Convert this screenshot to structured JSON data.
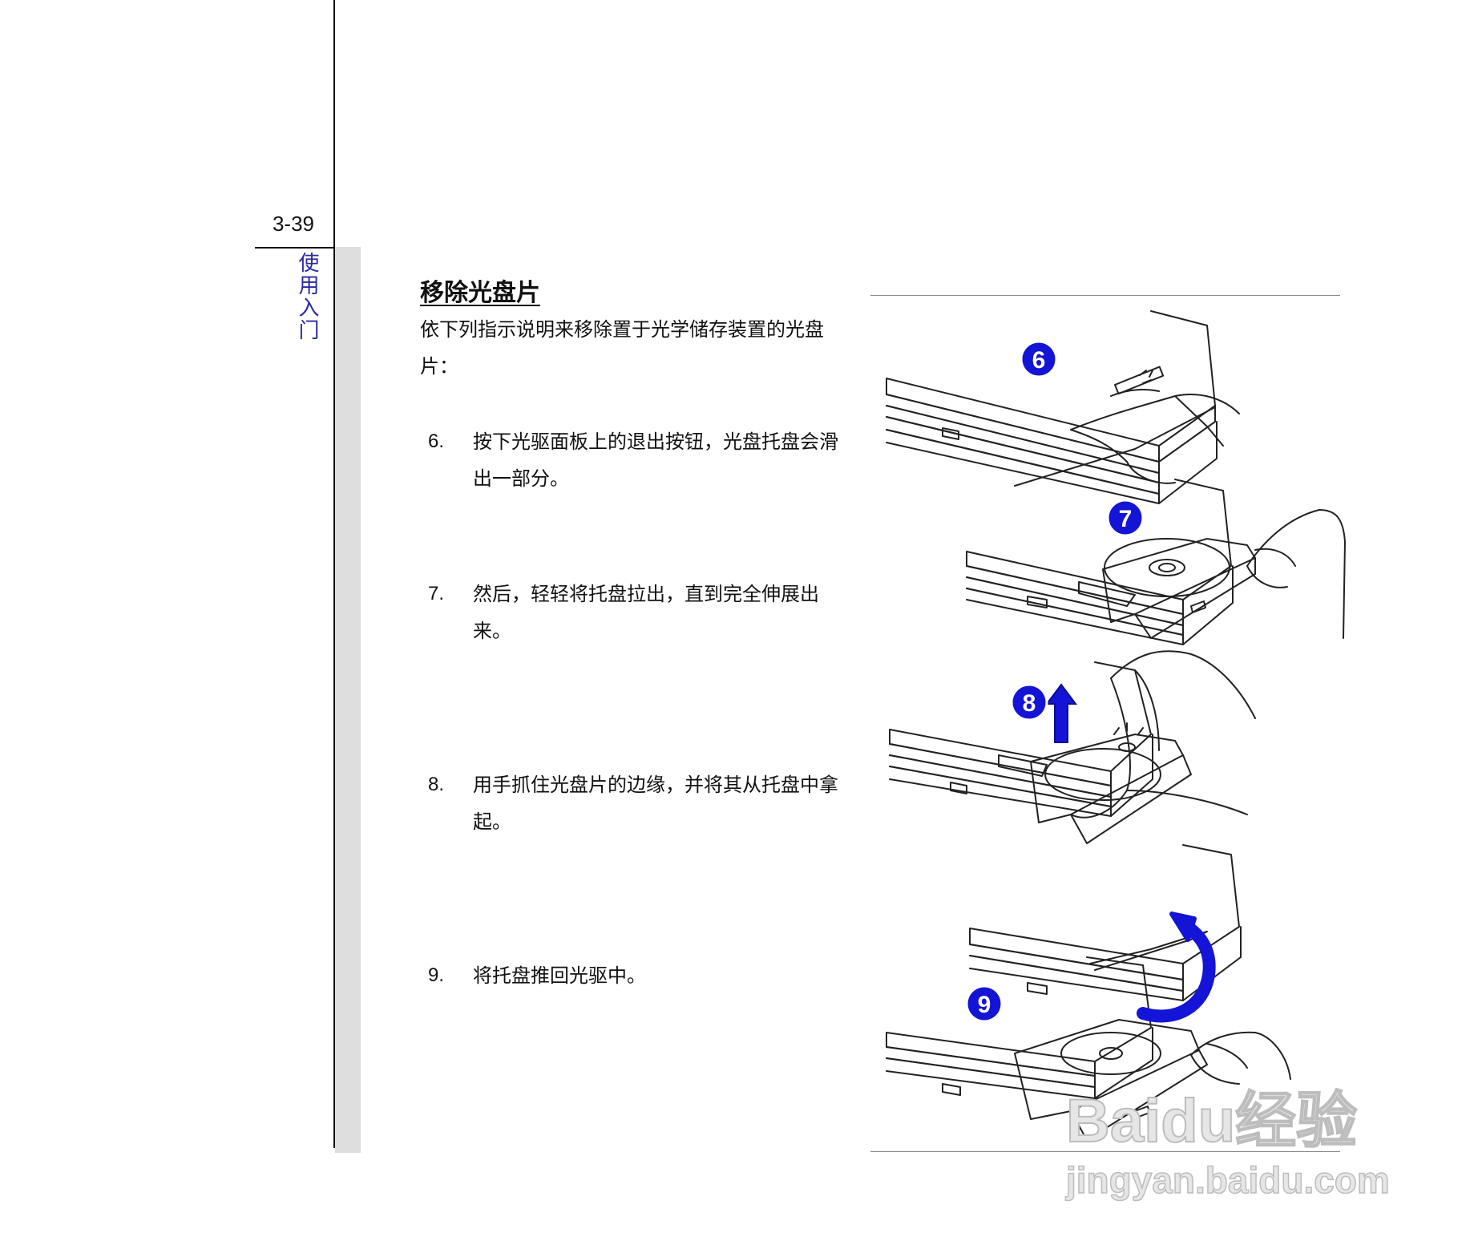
{
  "page": {
    "number": "3-39",
    "chapter": "使用入门"
  },
  "section": {
    "title": "移除光盘片",
    "intro": "依下列指示说明来移除置于光学储存装置的光盘片："
  },
  "steps": [
    {
      "num": "6.",
      "text": "按下光驱面板上的退出按钮，光盘托盘会滑出一部分。"
    },
    {
      "num": "7.",
      "text": "然后，轻轻将托盘拉出，直到完全伸展出来。"
    },
    {
      "num": "8.",
      "text": "用手抓住光盘片的边缘，并将其从托盘中拿起。"
    },
    {
      "num": "9.",
      "text": "将托盘推回光驱中。"
    }
  ],
  "figure": {
    "badges": [
      "6",
      "7",
      "8",
      "9"
    ],
    "badge_color": "#1414d6"
  },
  "watermark": {
    "brand": "Baidu经验",
    "url": "jingyan.baidu.com"
  }
}
